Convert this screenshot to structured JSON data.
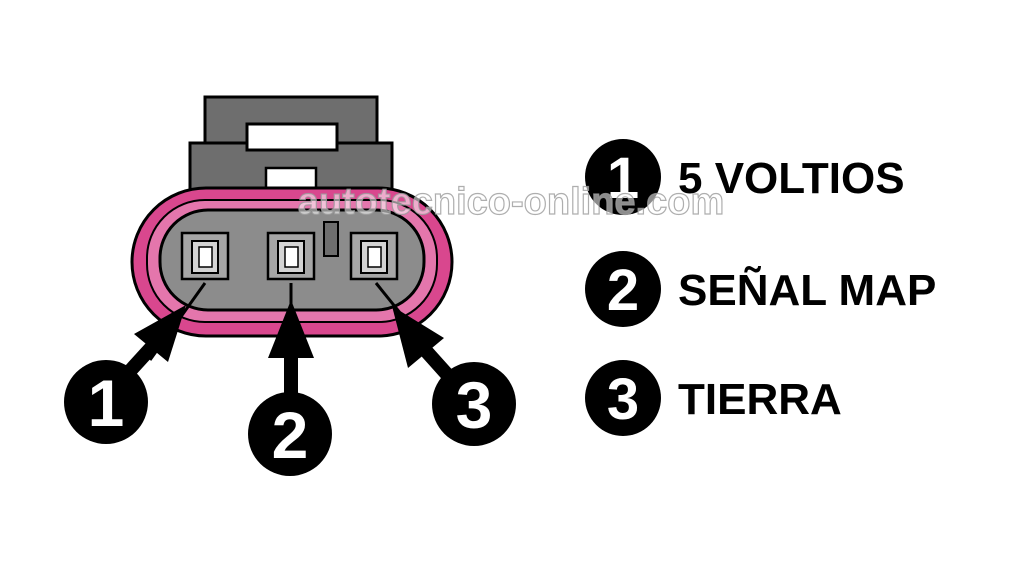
{
  "watermark": "autotecnico-online.com",
  "colors": {
    "connector_pink": "#d9478e",
    "connector_body": "#8c8c8c",
    "latch": "#707070",
    "terminal": "#bdbdbd",
    "outline": "#000000",
    "callout": "#000000",
    "callout_text": "#ffffff"
  },
  "pins": [
    {
      "number": "1",
      "label": "5 VOLTIOS"
    },
    {
      "number": "2",
      "label": "SEÑAL MAP"
    },
    {
      "number": "3",
      "label": "TIERRA"
    }
  ]
}
